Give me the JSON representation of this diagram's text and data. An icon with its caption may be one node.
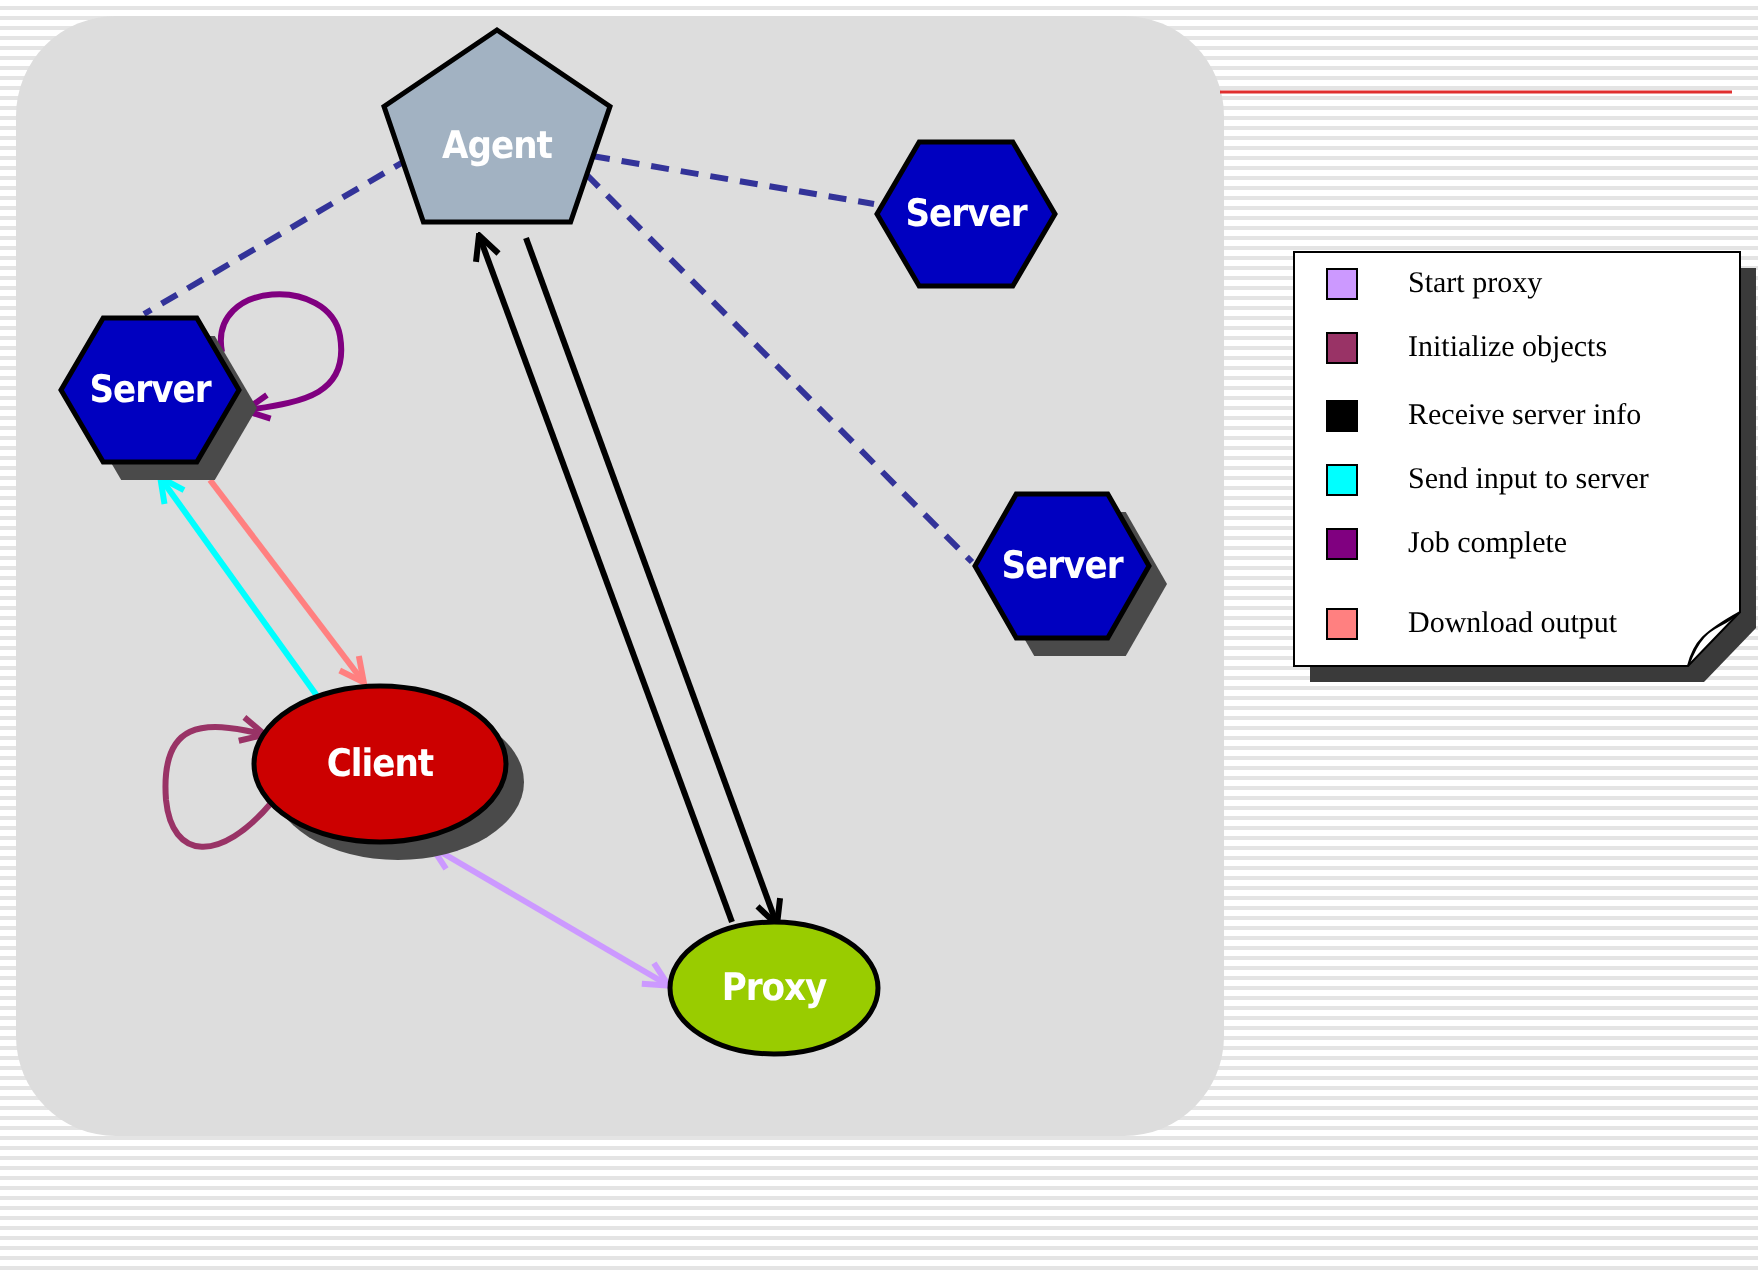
{
  "diagram": {
    "nodes": [
      {
        "text": [
          "Agent"
        ]
      },
      {
        "text": [
          "Server"
        ]
      },
      {
        "text": [
          "Server"
        ]
      },
      {
        "text": [
          "Server"
        ]
      },
      {
        "text": [
          "Client"
        ]
      },
      {
        "text": [
          "Proxy"
        ]
      }
    ],
    "edges": [
      {
        "from": 0,
        "to": 2,
        "arrow": "none",
        "style": "dashed",
        "color": "#333399"
      },
      {
        "from": 0,
        "to": 1,
        "arrow": "none",
        "style": "dashed",
        "color": "#333399"
      },
      {
        "from": 0,
        "to": 3,
        "arrow": "none",
        "style": "dashed",
        "color": "#333399"
      },
      {
        "from": 2,
        "to": 2,
        "arrow": "to",
        "color": "#800080"
      },
      {
        "from": 4,
        "to": 4,
        "arrow": "to",
        "color": "#993366"
      },
      {
        "from": 4,
        "to": 2,
        "arrow": "to",
        "color": "#00ffff"
      },
      {
        "from": 2,
        "to": 4,
        "arrow": "to",
        "color": "#ff8080"
      },
      {
        "from": 5,
        "to": 0,
        "arrow": "to",
        "color": "#000000"
      },
      {
        "from": 0,
        "to": 5,
        "arrow": "to",
        "color": "#000000"
      },
      {
        "from": 4,
        "to": 5,
        "arrow": "both",
        "color": "#cc99ff"
      }
    ],
    "legend": [
      {
        "text": "Start proxy",
        "color": "#cc99ff"
      },
      {
        "text": "Initialize objects",
        "color": "#993366"
      },
      {
        "text": "Receive server info",
        "color": "#000000"
      },
      {
        "text": "Send input to server",
        "color": "#00ffff"
      },
      {
        "text": "Job complete",
        "color": "#800080"
      },
      {
        "text": "Download output",
        "color": "#ff8080"
      }
    ]
  }
}
